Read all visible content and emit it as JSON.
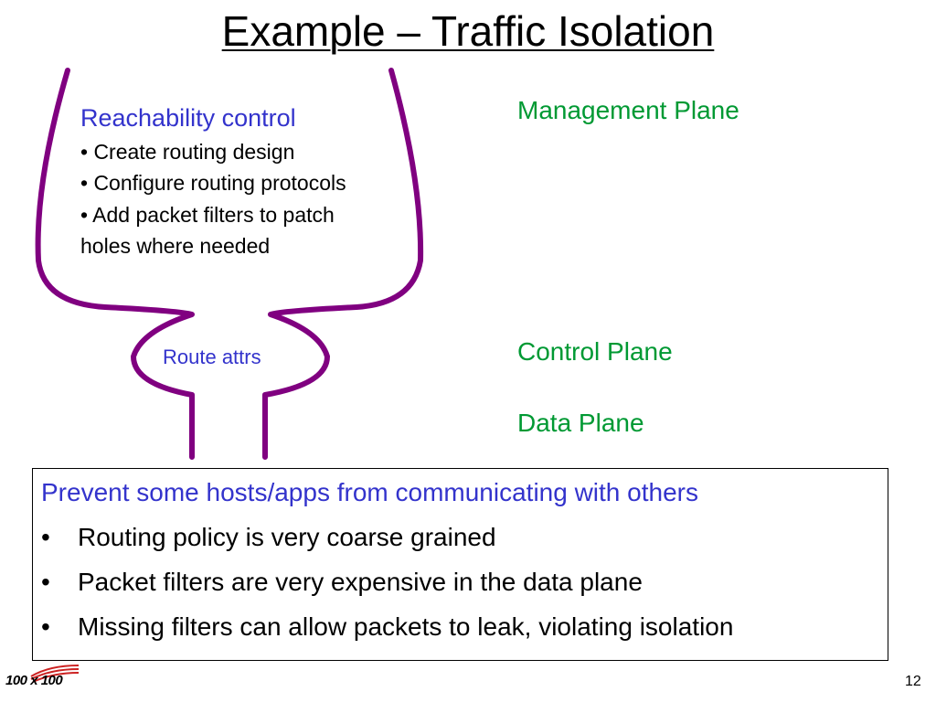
{
  "slide": {
    "title": "Example – Traffic Isolation",
    "reachability": {
      "heading": "Reachability control",
      "lines": [
        "• Create routing design",
        "• Configure routing protocols",
        "• Add packet filters to patch",
        "holes where needed"
      ]
    },
    "route_label": "Route attrs",
    "planes": {
      "management": "Management Plane",
      "control": "Control Plane",
      "data": "Data Plane"
    },
    "box": {
      "heading": "Prevent some hosts/apps from communicating with others",
      "bullet_glyph": "•",
      "bullets": [
        "Routing policy is very coarse grained",
        "Packet filters are very expensive in the data plane",
        "Missing filters can allow packets to leak, violating isolation"
      ]
    },
    "footer": {
      "logo_text": "100 x 100",
      "page_number": "12"
    }
  },
  "colors": {
    "heading_blue": "#3333cc",
    "plane_green": "#009933",
    "funnel_purple": "#800080"
  }
}
